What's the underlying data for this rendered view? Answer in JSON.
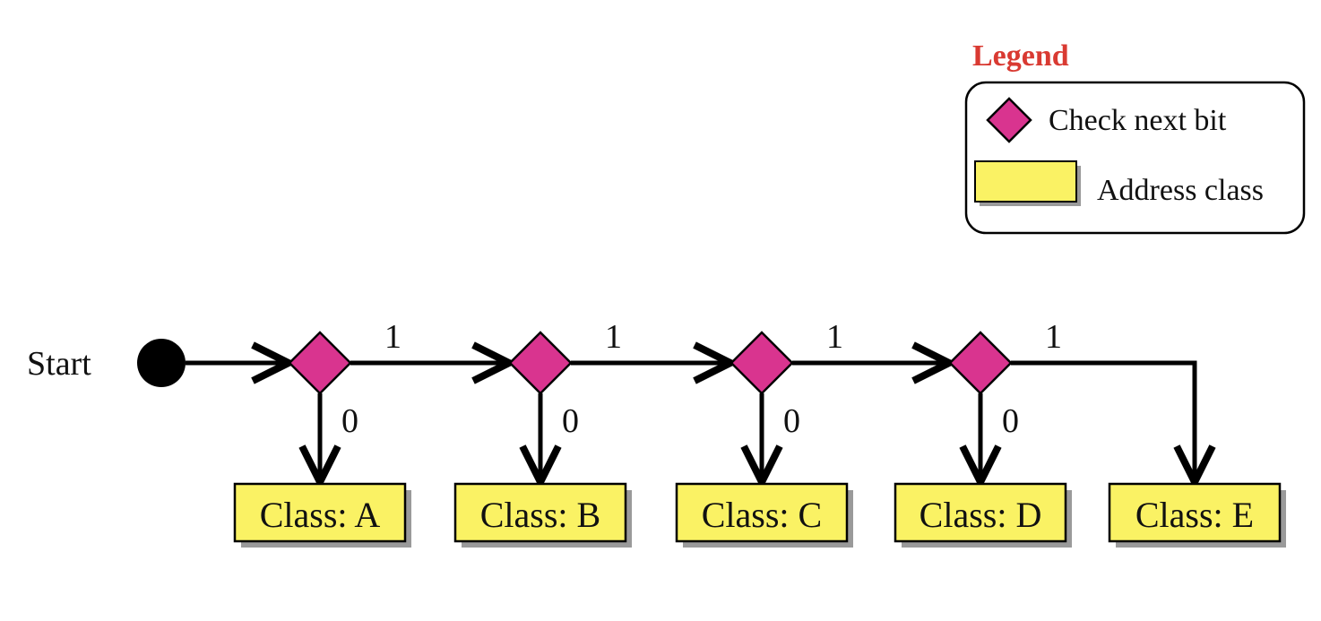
{
  "legend": {
    "title": "Legend",
    "title_color": "#d93a32",
    "items": [
      {
        "shape": "diamond",
        "label": "Check next bit"
      },
      {
        "shape": "rectangle",
        "label": "Address class"
      }
    ]
  },
  "start_label": "Start",
  "decisions": [
    {
      "next_label": "1",
      "down_label": "0"
    },
    {
      "next_label": "1",
      "down_label": "0"
    },
    {
      "next_label": "1",
      "down_label": "0"
    },
    {
      "next_label": "1",
      "down_label": "0"
    }
  ],
  "classes": [
    "Class: A",
    "Class: B",
    "Class: C",
    "Class: D",
    "Class: E"
  ],
  "colors": {
    "diamond_fill": "#d9348f",
    "box_fill": "#faf264",
    "shadow": "#9a9a9a",
    "stroke": "#000000"
  }
}
